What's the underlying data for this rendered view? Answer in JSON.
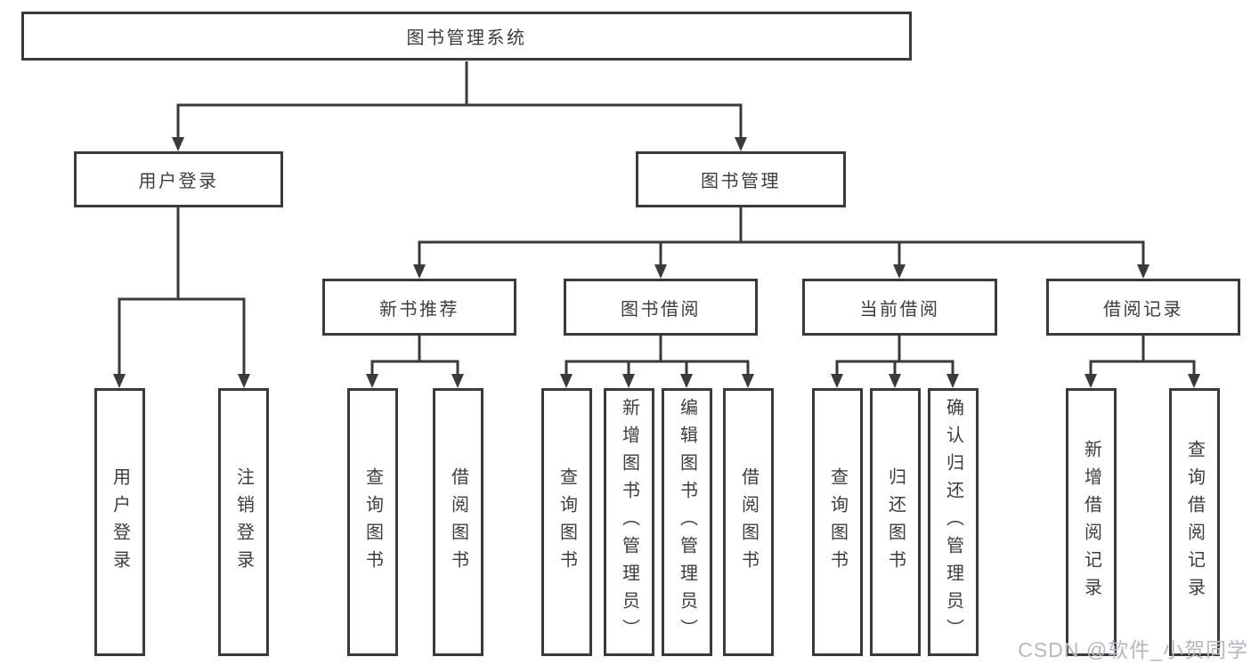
{
  "diagram": {
    "type": "hierarchy-tree",
    "title": "图书管理系统",
    "colors": {
      "line": "#3a3a3a",
      "text": "#3d3d3d",
      "background": "#ffffff",
      "watermark": "#b4b8bf"
    },
    "nodes": {
      "root": "图书管理系统",
      "user_login": "用户登录",
      "book_mgmt": "图书管理",
      "new_book_rec": "新书推荐",
      "book_borrow": "图书借阅",
      "current_borrow": "当前借阅",
      "borrow_records": "借阅记录",
      "leaf_user_login": "用户登录",
      "leaf_logout": "注销登录",
      "leaf_rec_query_book": "查询图书",
      "leaf_rec_borrow_book": "借阅图书",
      "leaf_bb_query_book": "查询图书",
      "leaf_bb_add_book": "新增图书（管理员）",
      "leaf_bb_edit_book": "编辑图书（管理员）",
      "leaf_bb_borrow_book": "借阅图书",
      "leaf_cb_query_book": "查询图书",
      "leaf_cb_return_book": "归还图书",
      "leaf_cb_confirm_return": "确认归还（管理员）",
      "leaf_br_add_record": "新增借阅记录",
      "leaf_br_query_record": "查询借阅记录"
    },
    "tree": {
      "图书管理系统": {
        "用户登录": [
          "用户登录",
          "注销登录"
        ],
        "图书管理": {
          "新书推荐": [
            "查询图书",
            "借阅图书"
          ],
          "图书借阅": [
            "查询图书",
            "新增图书（管理员）",
            "编辑图书（管理员）",
            "借阅图书"
          ],
          "当前借阅": [
            "查询图书",
            "归还图书",
            "确认归还（管理员）"
          ],
          "借阅记录": [
            "新增借阅记录",
            "查询借阅记录"
          ]
        }
      }
    },
    "watermark": "CSDN @软件_小贺同学"
  }
}
